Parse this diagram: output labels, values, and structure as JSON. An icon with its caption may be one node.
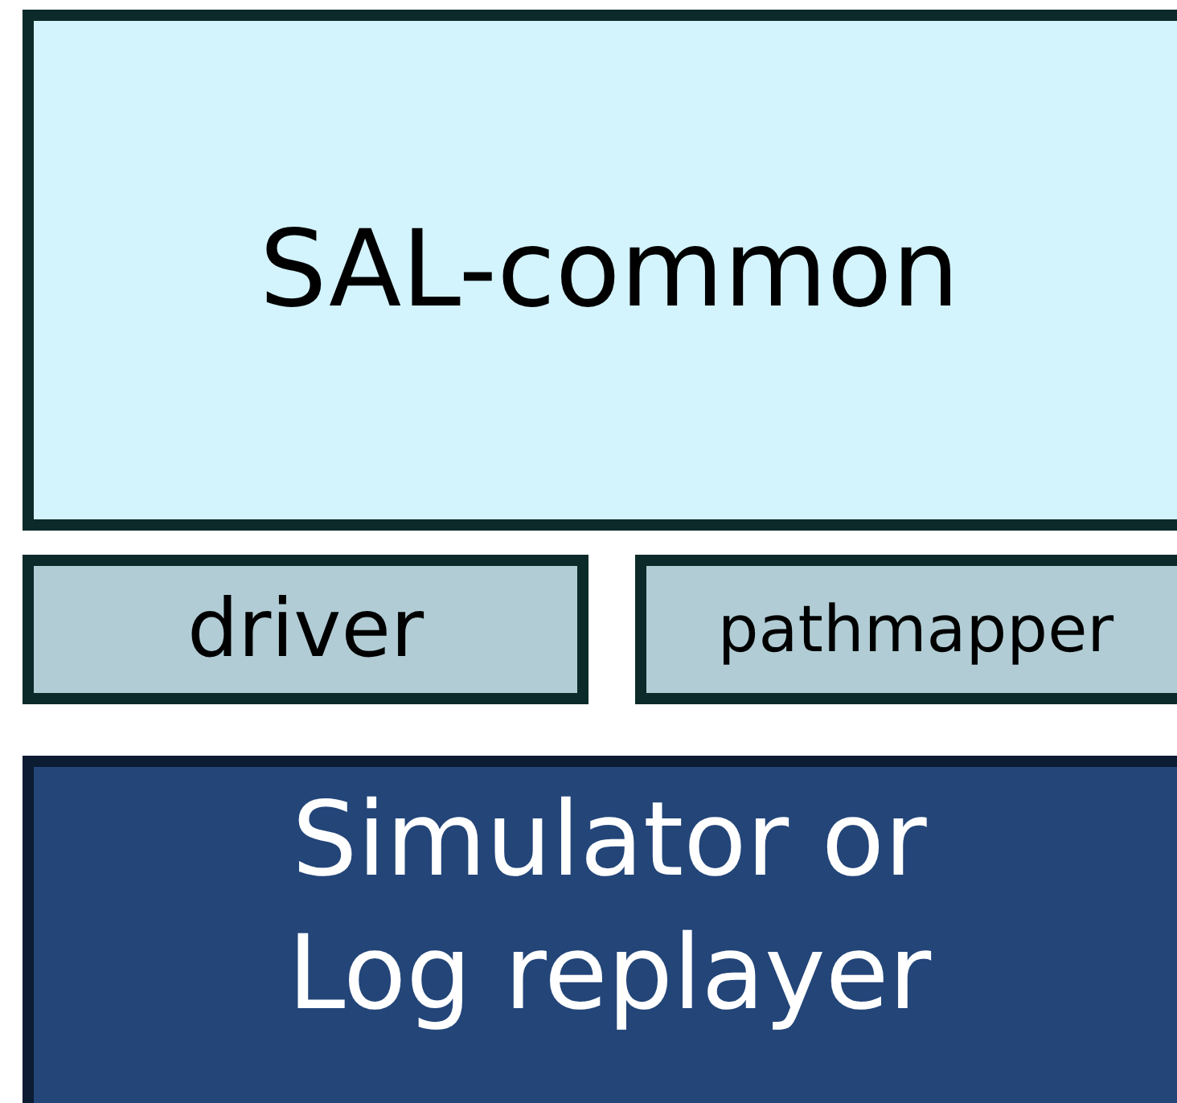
{
  "diagram": {
    "nodes": [
      {
        "text": [
          "SAL-common"
        ]
      },
      {
        "text": [
          "driver"
        ]
      },
      {
        "text": [
          "pathmapper"
        ]
      },
      {
        "text": [
          "Simulator or Log replayer"
        ]
      }
    ]
  }
}
